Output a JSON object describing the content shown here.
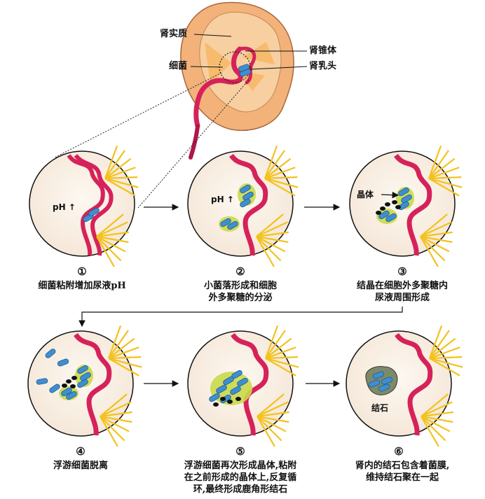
{
  "kidney_labels": {
    "renal_parenchyma": "肾实质",
    "renal_pyramid": "肾锥体",
    "bacteria": "细菌",
    "renal_papilla": "肾乳头"
  },
  "steps": [
    {
      "number": "①",
      "caption_lines": [
        "细菌粘附增加尿液pH"
      ],
      "inner_label": "pH ↑"
    },
    {
      "number": "②",
      "caption_lines": [
        "小菌落形成和细胞",
        "外多聚糖的分泌"
      ],
      "inner_label": "pH ↑"
    },
    {
      "number": "③",
      "caption_lines": [
        "结晶在细胞外多聚糖内",
        "尿液周围形成"
      ],
      "inner_label": "晶体"
    },
    {
      "number": "④",
      "caption_lines": [
        "浮游细菌脱离"
      ]
    },
    {
      "number": "⑤",
      "caption_lines": [
        "浮游细菌再次形成晶体,粘附",
        "在之前形成的晶体上,反复循",
        "环,最终形成鹿角形结石"
      ]
    },
    {
      "number": "⑥",
      "caption_lines": [
        "肾内的结石包含着菌膜,",
        "维持结石聚在一起"
      ],
      "inner_label": "结石"
    }
  ],
  "colors": {
    "tissue": "#d6225a",
    "tissue_light": "#f2a8b8",
    "pyramid_rays": "#f3c21c",
    "bacteria": "#3f8fd0",
    "biofilm": "#c9d94a",
    "crystal": "#111111",
    "kidney_outer": "#f2b27a",
    "circle_fill": "#fbf3ea"
  }
}
